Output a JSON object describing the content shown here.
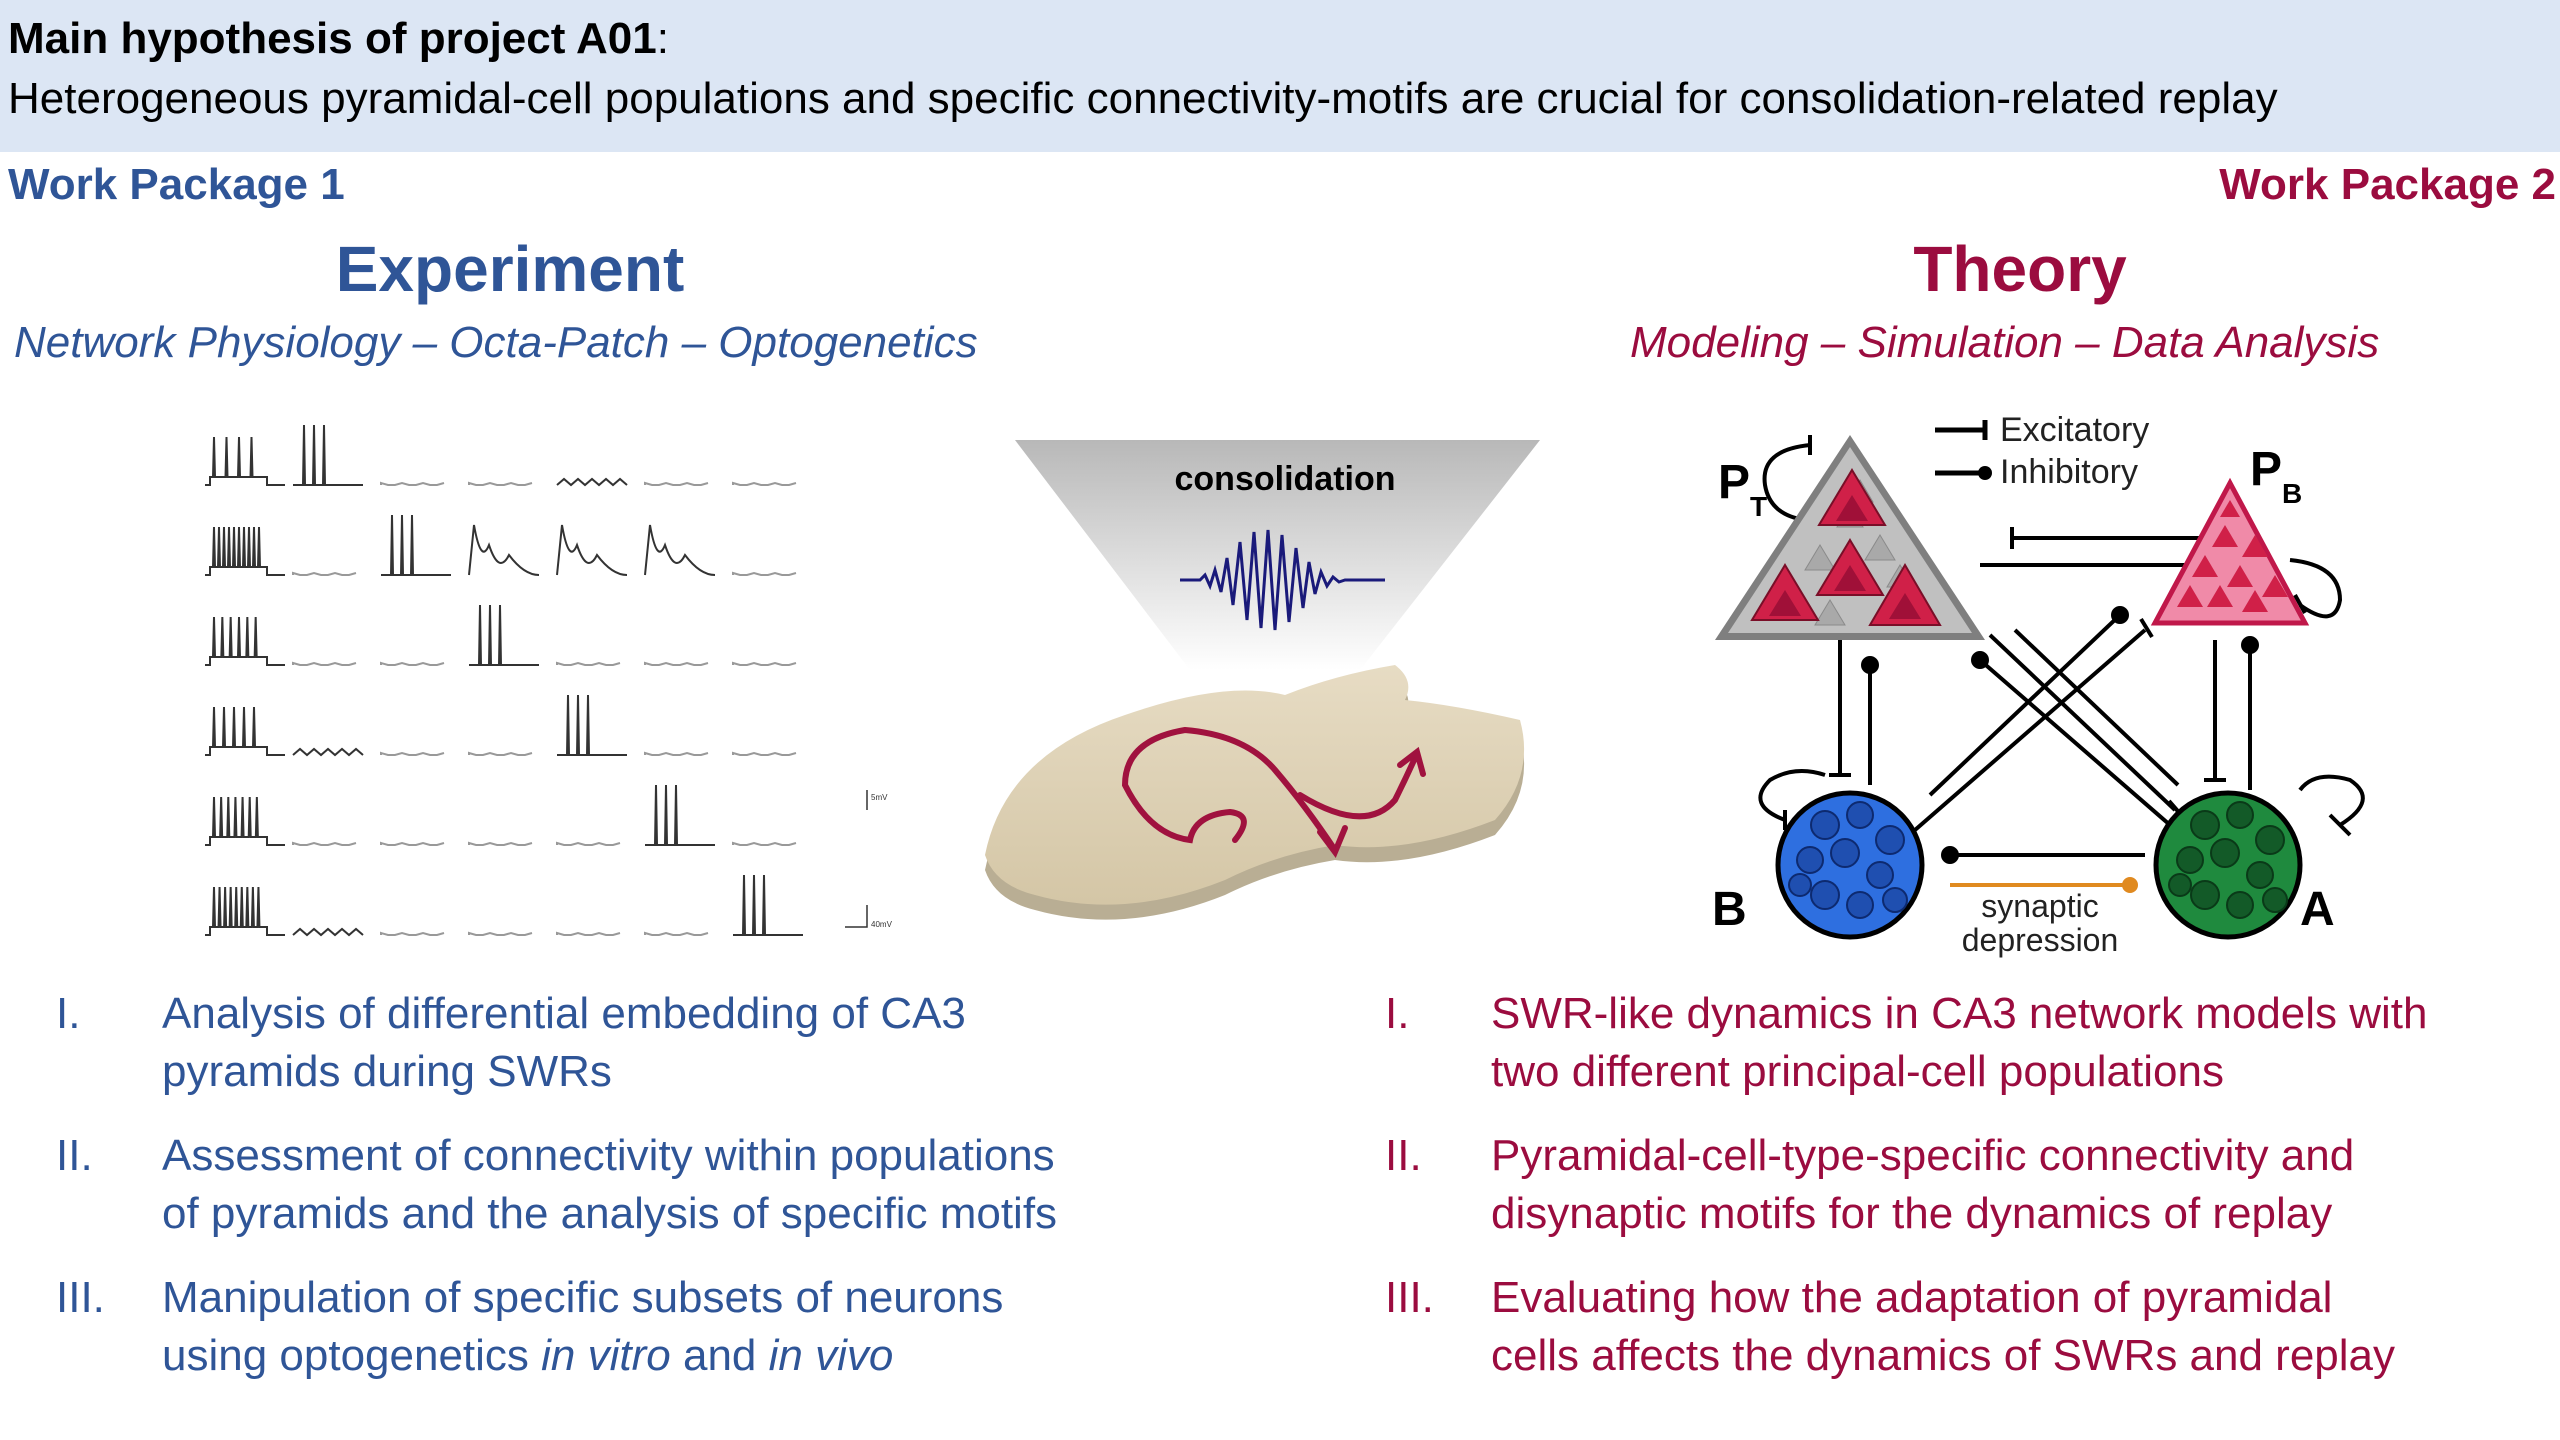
{
  "header": {
    "hypothesis_label": "Main hypothesis of project A01",
    "hypothesis_colon": ":",
    "hypothesis_text": "Heterogeneous pyramidal-cell populations and specific connectivity-motifs are crucial for consolidation-related replay",
    "background_color": "#dce6f4"
  },
  "wp1": {
    "label": "Work Package 1",
    "title": "Experiment",
    "subtitle": "Network Physiology – Octa-Patch – Optogenetics",
    "color": "#2f5597",
    "items": [
      {
        "num": "I.",
        "line1": "Analysis of differential embedding of CA3",
        "line2": "pyramids during SWRs"
      },
      {
        "num": "II.",
        "line1": "Assessment of connectivity within populations",
        "line2": "of pyramids and the analysis of specific motifs"
      },
      {
        "num": "III.",
        "line1": "Manipulation of specific subsets of neurons",
        "line2_a": "using optogenetics ",
        "line2_b": "in vitro",
        "line2_c": " and ",
        "line2_d": "in vivo"
      }
    ]
  },
  "wp2": {
    "label": "Work Package 2",
    "title": "Theory",
    "subtitle": "Modeling – Simulation – Data Analysis",
    "color": "#9b0c3f",
    "items": [
      {
        "num": "I.",
        "line1": "SWR-like dynamics in CA3 network models with",
        "line2": "two different principal-cell populations"
      },
      {
        "num": "II.",
        "line1": "Pyramidal-cell-type-specific connectivity and",
        "line2": "disynaptic motifs for the dynamics of replay"
      },
      {
        "num": "III.",
        "line1": "Evaluating how the adaptation of pyramidal",
        "line2": "cells affects the dynamics of SWRs and replay"
      }
    ]
  },
  "center_figure": {
    "label": "consolidation"
  },
  "trace_figure": {
    "scale_1": "5mV",
    "scale_2": "40mV"
  },
  "network": {
    "legend_excitatory": "Excitatory",
    "legend_inhibitory": "Inhibitory",
    "pt_label": "P",
    "pt_sub": "T",
    "pb_label": "P",
    "pb_sub": "B",
    "b_label": "B",
    "a_label": "A",
    "syn_label_1": "synaptic",
    "syn_label_2": "depression",
    "colors": {
      "pt_fill": "#c0c0c0",
      "pt_cell": "#d02048",
      "pb_fill": "#f08aa8",
      "b_fill": "#2e6fe0",
      "a_fill": "#1f8a3e",
      "syn_arrow": "#e08a20"
    }
  }
}
